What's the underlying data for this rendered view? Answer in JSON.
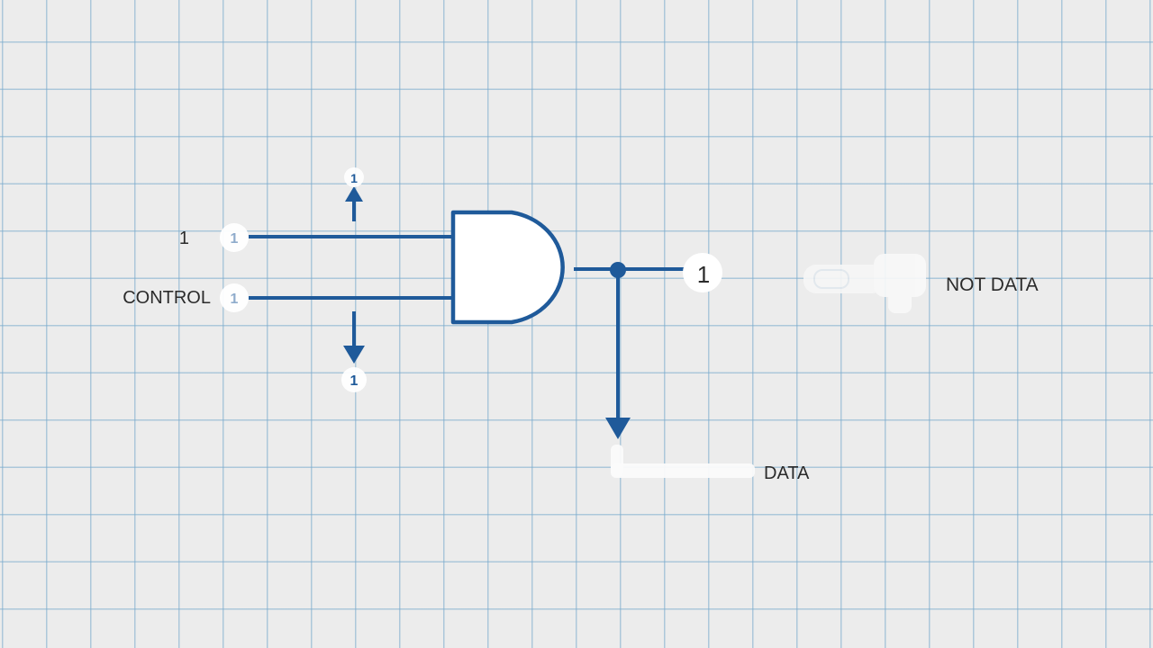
{
  "diagram": {
    "labels": {
      "input_a": "1",
      "input_b": "CONTROL",
      "output_value": "1",
      "not_data": "NOT DATA",
      "data": "DATA"
    },
    "pins": {
      "input_a_pin": "1",
      "input_b_pin": "1",
      "up_arrow_pin": "1",
      "down_arrow_pin": "1"
    },
    "colors": {
      "wire": "#1f5a9a",
      "grid": "#78aacd",
      "background": "#ececec",
      "node": "#ffffff"
    },
    "icons": {
      "gate": "and-gate-icon",
      "junction": "junction-dot-icon",
      "arrow_up": "arrow-up-icon",
      "arrow_down": "arrow-down-icon"
    }
  }
}
